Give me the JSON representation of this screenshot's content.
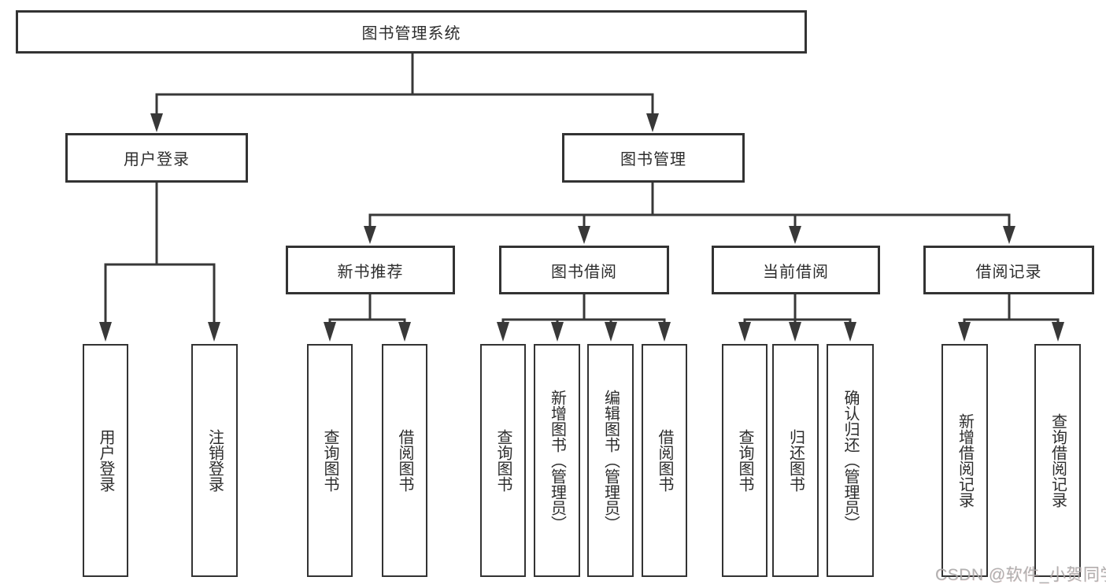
{
  "palette": {
    "line": "#383838",
    "border": "#333333",
    "text": "#2d2d2d",
    "watermark_color": "#a9a9a9",
    "background": "#ffffff"
  },
  "watermark": "CSDN @软件_小贺同学",
  "tree": {
    "root": "图书管理系统",
    "branches": [
      {
        "label": "用户登录",
        "children": [
          "用户登录",
          "注销登录"
        ]
      },
      {
        "label": "图书管理",
        "sections": [
          {
            "label": "新书推荐",
            "children": [
              "查询图书",
              "借阅图书"
            ]
          },
          {
            "label": "图书借阅",
            "children": [
              "查询图书",
              "新增图书（管理员）",
              "编辑图书（管理员）",
              "借阅图书"
            ]
          },
          {
            "label": "当前借阅",
            "children": [
              "查询图书",
              "归还图书",
              "确认归还（管理员）"
            ]
          },
          {
            "label": "借阅记录",
            "children": [
              "新增借阅记录",
              "查询借阅记录"
            ]
          }
        ]
      }
    ]
  }
}
